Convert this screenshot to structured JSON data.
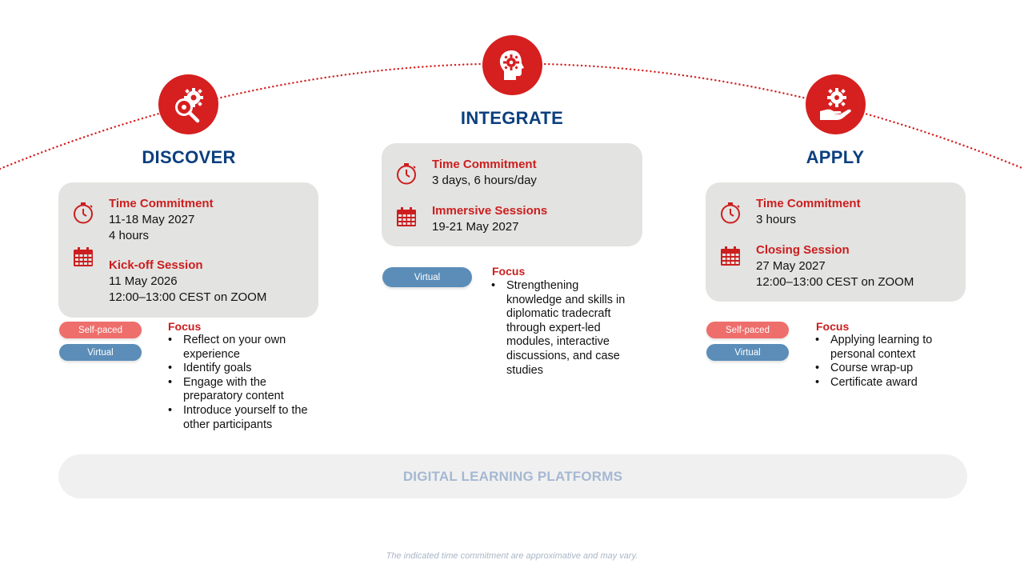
{
  "phases": [
    {
      "title": "DISCOVER",
      "icon": "gears-magnifier-icon",
      "info": [
        {
          "label": "Time Commitment",
          "value_lines": [
            "11-18 May 2027",
            "4 hours"
          ],
          "icon": "stopwatch-icon"
        },
        {
          "label": "Kick-off Session",
          "value_lines": [
            "11 May 2026",
            "12:00–13:00 CEST on ZOOM"
          ],
          "icon": "calendar-icon"
        }
      ],
      "modes": [
        "Self-paced",
        "Virtual"
      ],
      "focus_title": "Focus",
      "focus_items": [
        "Reflect on your own experience",
        "Identify goals",
        "Engage with the preparatory content",
        "Introduce yourself to the other participants"
      ]
    },
    {
      "title": "INTEGRATE",
      "icon": "head-gear-icon",
      "info": [
        {
          "label": "Time Commitment",
          "value_lines": [
            "3 days, 6 hours/day"
          ],
          "icon": "stopwatch-icon"
        },
        {
          "label": "Immersive Sessions",
          "value_lines": [
            "19-21 May 2027"
          ],
          "icon": "calendar-icon"
        }
      ],
      "modes": [
        "Virtual"
      ],
      "focus_title": "Focus",
      "focus_items": [
        "Strengthening knowledge and skills in diplomatic tradecraft through expert-led modules, interactive discussions, and case studies"
      ]
    },
    {
      "title": "APPLY",
      "icon": "hand-gear-icon",
      "info": [
        {
          "label": "Time Commitment",
          "value_lines": [
            "3 hours"
          ],
          "icon": "stopwatch-icon"
        },
        {
          "label": "Closing Session",
          "value_lines": [
            "27 May 2027",
            "12:00–13:00 CEST on ZOOM"
          ],
          "icon": "calendar-icon"
        }
      ],
      "modes": [
        "Self-paced",
        "Virtual"
      ],
      "focus_title": "Focus",
      "focus_items": [
        "Applying learning to personal context",
        "Course wrap-up",
        "Certificate award"
      ]
    }
  ],
  "platforms_label": "DIGITAL LEARNING PLATFORMS",
  "footnote": "The indicated time commitment are approximative and may vary.",
  "colors": {
    "accent_red": "#d61f1f",
    "title_blue": "#0b3f7e",
    "card_grey": "#e3e3e1",
    "self_paced_pill": "#ee6e6b",
    "virtual_pill": "#5b8db8",
    "platforms_text": "#a5b8d2"
  }
}
